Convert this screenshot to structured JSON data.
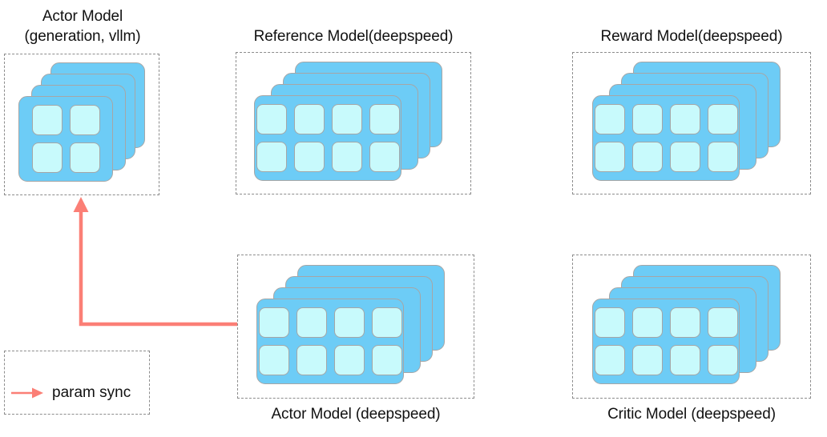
{
  "diagram": {
    "title_top_left": "Actor Model\n(generation, vllm)",
    "title_top_mid": "Reference Model(deepspeed)",
    "title_top_right": "Reward Model(deepspeed)",
    "label_bottom_mid": "Actor Model (deepspeed)",
    "label_bottom_right": "Critic Model (deepspeed)"
  },
  "legend": {
    "label": "param sync",
    "arrow_icon": "arrow-right-icon"
  },
  "colors": {
    "card_fill": "#6DCCF6",
    "chip_fill": "#C8FAFC",
    "card_stroke": "#A6A6A6",
    "group_stroke": "#8C8C8C",
    "arrow": "#FB7F76",
    "text": "#111111",
    "background": "#FFFFFF"
  },
  "nodes": [
    {
      "id": "actor-vllm",
      "caption": "Actor Model\n(generation, vllm)",
      "caption_position": "top",
      "stack_depth": 4,
      "grid": "2x2",
      "chip_count": 4
    },
    {
      "id": "reference-model",
      "caption": "Reference Model(deepspeed)",
      "caption_position": "top",
      "stack_depth": 4,
      "grid": "4x2",
      "chip_count": 8
    },
    {
      "id": "reward-model",
      "caption": "Reward Model(deepspeed)",
      "caption_position": "top",
      "stack_depth": 4,
      "grid": "4x2",
      "chip_count": 8
    },
    {
      "id": "actor-deepspeed",
      "caption": "Actor Model (deepspeed)",
      "caption_position": "bottom",
      "stack_depth": 4,
      "grid": "4x2",
      "chip_count": 8
    },
    {
      "id": "critic-model",
      "caption": "Critic Model (deepspeed)",
      "caption_position": "bottom",
      "stack_depth": 4,
      "grid": "4x2",
      "chip_count": 8
    }
  ],
  "edges": [
    {
      "id": "param-sync-edge",
      "from": "actor-deepspeed",
      "to": "actor-vllm",
      "label": "param sync",
      "style": "elbow-arrow"
    }
  ]
}
